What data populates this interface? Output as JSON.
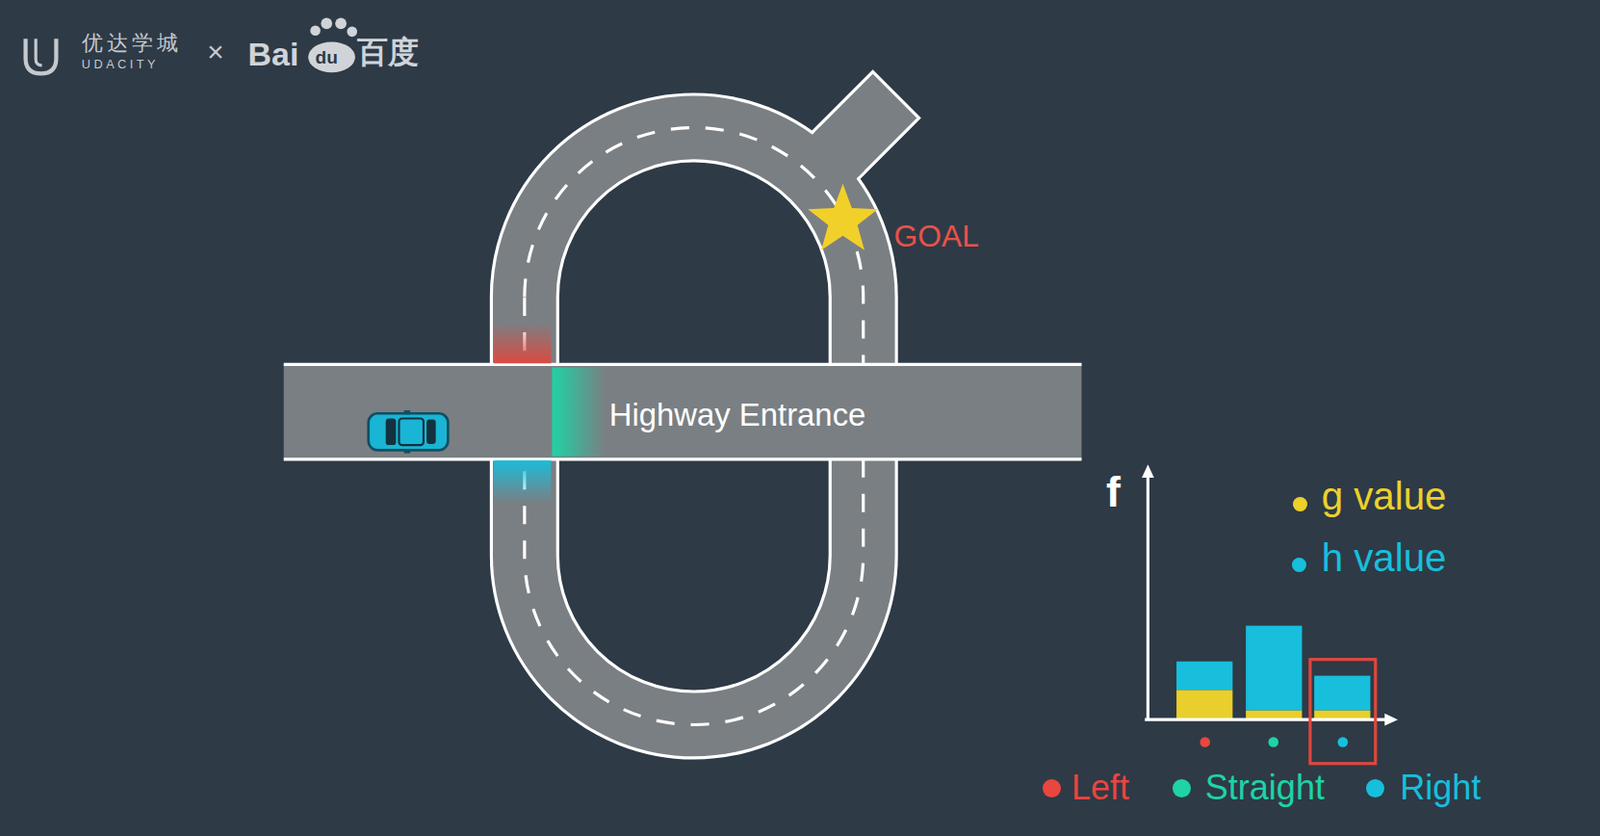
{
  "diagram": {
    "labels": [
      "优达学城",
      "UDACITY",
      "×",
      "Bai",
      "du",
      "百度",
      "GOAL",
      "Highway Entrance",
      "f"
    ],
    "legend": [
      {
        "text": "g value",
        "color": "#ecd12c"
      },
      {
        "text": "h value",
        "color": "#17bfdc"
      },
      {
        "text": "Left",
        "color": "#e8463f"
      },
      {
        "text": "Straight",
        "color": "#1fd3a5"
      },
      {
        "text": "Right",
        "color": "#17bfdc"
      }
    ]
  }
}
